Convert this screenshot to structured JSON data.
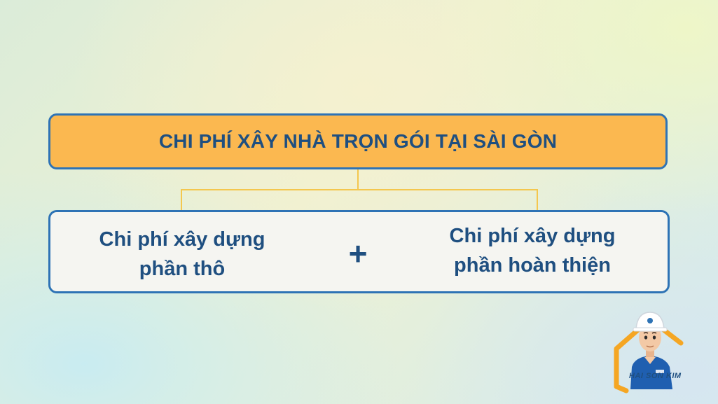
{
  "title": "CHI PHÍ XÂY NHÀ TRỌN GÓI TẠI SÀI GÒN",
  "left_item": {
    "line1": "Chi phí xây dựng",
    "line2": "phần thô"
  },
  "operator": "+",
  "right_item": {
    "line1": "Chi phí xây dựng",
    "line2": "phần hoàn thiện"
  },
  "logo": {
    "text": "HAI SON KIM"
  },
  "colors": {
    "title_fill": "#fbb850",
    "box_border": "#2e73b5",
    "text": "#1f4f80",
    "connector": "#f4c74e",
    "bottom_fill": "#f5f5f1",
    "logo_accent": "#f5a623"
  }
}
